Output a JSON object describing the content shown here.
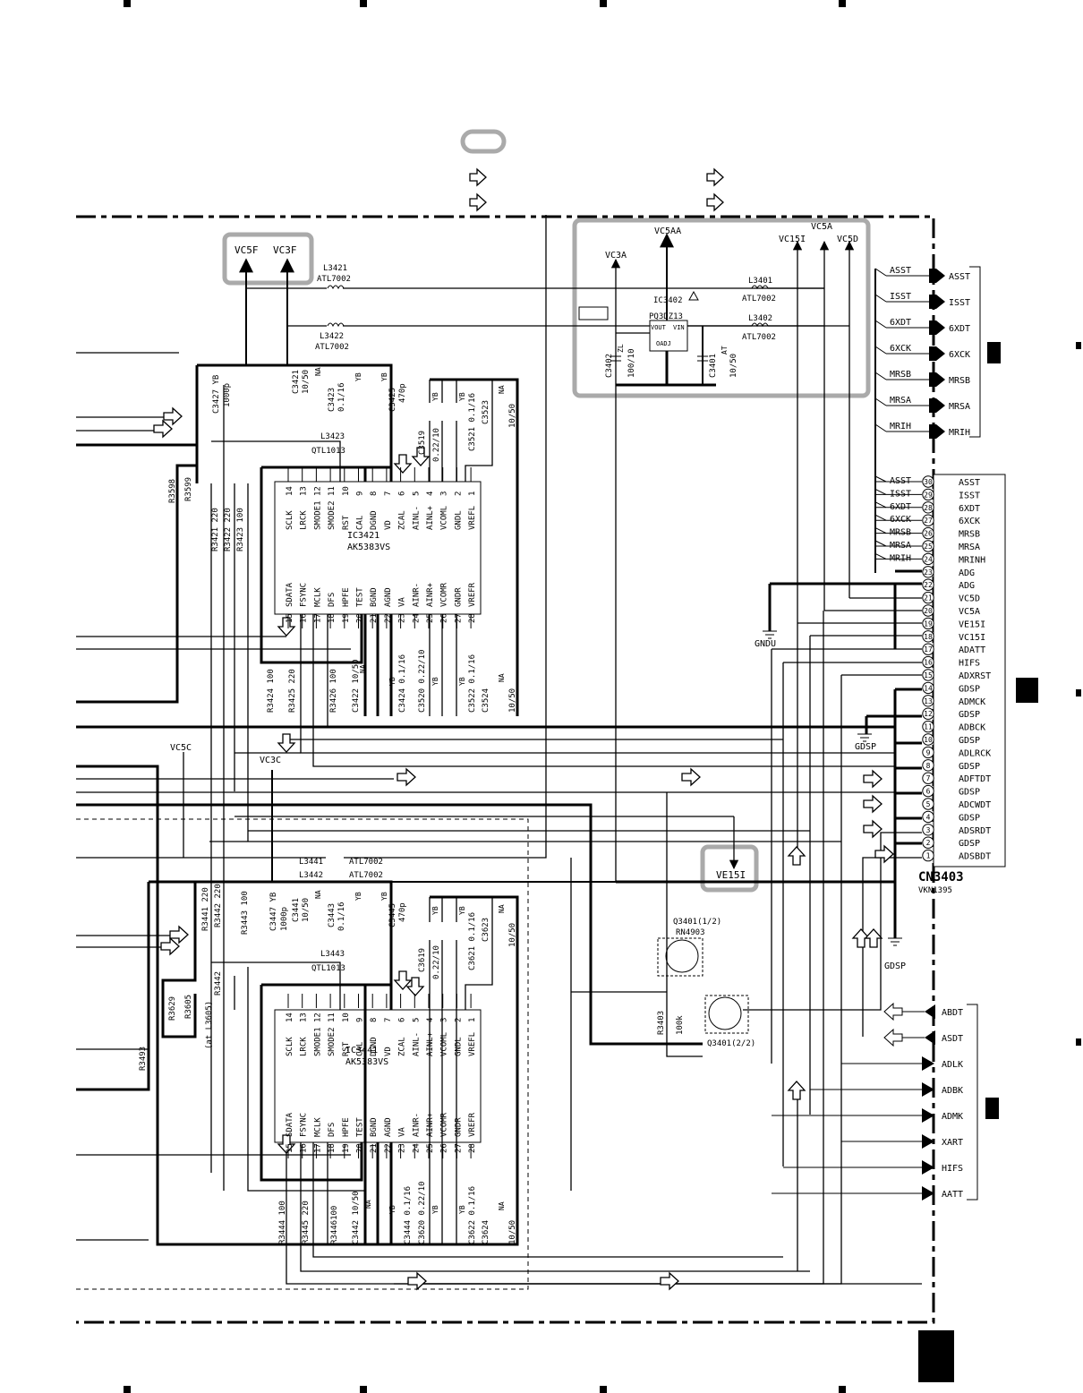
{
  "power_group_left": {
    "vc5f": "VC5F",
    "vc3f": "VC3F"
  },
  "regulator": {
    "vc3a": "VC3A",
    "vc5aa": "VC5AA",
    "vc15i": "VC15I",
    "vc5a": "VC5A",
    "vc5d": "VC5D",
    "ic_ref": "IC3402",
    "ic_part": "PQ3DZ13",
    "pin_vout": "VOUT",
    "pin_vin": "VIN",
    "pin_adj": "OADJ",
    "l3401": "L3401",
    "l3402": "L3402",
    "atl7002": "ATL7002",
    "c3402": "C3402",
    "c3402_val": "100/10",
    "c3402_type": "ZL",
    "c3401": "C3401",
    "c3401_val": "10/50",
    "c3401_type": "AT"
  },
  "top_inductors": {
    "l3421": "L3421",
    "l3422": "L3422",
    "atl7002": "ATL7002"
  },
  "ic3421": {
    "ref": "IC3421",
    "part": "AK5383VS",
    "pins_top": [
      {
        "num": "14",
        "name": "SCLK"
      },
      {
        "num": "13",
        "name": "LRCK"
      },
      {
        "num": "12",
        "name": "SMODE1"
      },
      {
        "num": "11",
        "name": "SMODE2"
      },
      {
        "num": "10",
        "name": "RST"
      },
      {
        "num": "9",
        "name": "CAL"
      },
      {
        "num": "8",
        "name": "DGND"
      },
      {
        "num": "7",
        "name": "VD"
      },
      {
        "num": "6",
        "name": "ZCAL"
      },
      {
        "num": "5",
        "name": "AINL-"
      },
      {
        "num": "4",
        "name": "AINL+"
      },
      {
        "num": "3",
        "name": "VCOML"
      },
      {
        "num": "2",
        "name": "GNDL"
      },
      {
        "num": "1",
        "name": "VREFL"
      }
    ],
    "pins_bottom": [
      {
        "num": "15",
        "name": "SDATA"
      },
      {
        "num": "16",
        "name": "FSYNC"
      },
      {
        "num": "17",
        "name": "MCLK"
      },
      {
        "num": "18",
        "name": "DFS"
      },
      {
        "num": "19",
        "name": "HPFE"
      },
      {
        "num": "20",
        "name": "TEST"
      },
      {
        "num": "21",
        "name": "BGND"
      },
      {
        "num": "22",
        "name": "AGND"
      },
      {
        "num": "23",
        "name": "VA"
      },
      {
        "num": "24",
        "name": "AINR-"
      },
      {
        "num": "25",
        "name": "AINR+"
      },
      {
        "num": "26",
        "name": "VCOMR"
      },
      {
        "num": "27",
        "name": "GNDR"
      },
      {
        "num": "28",
        "name": "VREFR"
      }
    ]
  },
  "ic3441": {
    "ref": "IC3441",
    "part": "AK5383VS"
  },
  "parts_upper": {
    "c3427": "C3427 YB",
    "c3427v": "1000p",
    "c3421": "C3421",
    "c3421v": "10/50",
    "na": "NA",
    "c3423": "C3423",
    "c3423v": "0.1/16",
    "yb": "YB",
    "c3425": "C3425",
    "c3425v": "470p",
    "l3423": "L3423",
    "qtl1013": "QTL1013",
    "c3519": "C3519",
    "c3519v": "0.22/10",
    "c3521": "C3521 0.1/16",
    "c3523": "C3523",
    "na2": "NA",
    "v1050": "10/50",
    "r3598": "R3598",
    "r3599": "R3599",
    "r3421": "R3421 220",
    "r3422": "R3422 220",
    "r3423": "R3423 100",
    "r3424": "R3424 100",
    "r3425": "R3425 220",
    "r3426": "R3426 100",
    "c3422": "C3422 10/50",
    "c3424": "C3424 0.1/16",
    "c3520": "C3520 0.22/10",
    "c3522": "C3522 0.1/16",
    "c3524": "C3524",
    "na3": "NA",
    "v1050b": "10/50",
    "vc5c": "VC5C",
    "vc3c": "VC3C"
  },
  "parts_lower": {
    "l3441": "L3441",
    "l3442": "L3442",
    "atl7002": "ATL7002",
    "r3441": "R3441 220",
    "r3442a": "R3442 220",
    "r3443": "R3443 100",
    "c3447": "C3447 YB",
    "c3447v": "1000p",
    "c3441": "C3441",
    "c3441v": "10/50",
    "na": "NA",
    "c3443": "C3443",
    "c3443v": "0.1/16",
    "yb": "YB",
    "c3445": "C3445",
    "c3445v": "470p",
    "l3443": "L3443",
    "qtl1013": "QTL1013",
    "c3619": "C3619",
    "c3619v": "0.22/10",
    "c3621": "C3621 0.1/16",
    "c3623": "C3623",
    "na2": "NA",
    "v1050": "10/50",
    "r3442": "R3442",
    "r3629": "R3629",
    "r3605": "R3605",
    "atl3605": "(at L3605)",
    "r3493": "R3493",
    "r3444": "R3444 100",
    "r3445": "R3445 220",
    "r3446": "R3446100",
    "c3442": "C3442 10/50",
    "c3444": "C3444 0.1/16",
    "c3620": "C3620 0.22/10",
    "c3622": "C3622 0.1/16",
    "c3624": "C3624",
    "na3": "NA",
    "v1050b": "10/50"
  },
  "transistors": {
    "q1": "Q3401(1/2)",
    "q1part": "RN4903",
    "q2": "Q3401(2/2)",
    "r3403": "R3403",
    "r3403v": "100k",
    "ve15i": "VE15I"
  },
  "ground": {
    "gndu": "GNDU",
    "gdsp": "GDSP",
    "gdsp2": "GDSP"
  },
  "connector": {
    "ref": "CN3403",
    "part": "VKN1395",
    "pins": [
      {
        "num": "30",
        "name": "ASST"
      },
      {
        "num": "29",
        "name": "ISST"
      },
      {
        "num": "28",
        "name": "6XDT"
      },
      {
        "num": "27",
        "name": "6XCK"
      },
      {
        "num": "26",
        "name": "MRSB"
      },
      {
        "num": "25",
        "name": "MRSA"
      },
      {
        "num": "24",
        "name": "MRINH"
      },
      {
        "num": "23",
        "name": "ADG"
      },
      {
        "num": "22",
        "name": "ADG"
      },
      {
        "num": "21",
        "name": "VC5D"
      },
      {
        "num": "20",
        "name": "VC5A"
      },
      {
        "num": "19",
        "name": "VE15I"
      },
      {
        "num": "18",
        "name": "VC15I"
      },
      {
        "num": "17",
        "name": "ADATT"
      },
      {
        "num": "16",
        "name": "HIFS"
      },
      {
        "num": "15",
        "name": "ADXRST"
      },
      {
        "num": "14",
        "name": "GDSP"
      },
      {
        "num": "13",
        "name": "ADMCK"
      },
      {
        "num": "12",
        "name": "GDSP"
      },
      {
        "num": "11",
        "name": "ADBCK"
      },
      {
        "num": "10",
        "name": "GDSP"
      },
      {
        "num": "9",
        "name": "ADLRCK"
      },
      {
        "num": "8",
        "name": "GDSP"
      },
      {
        "num": "7",
        "name": "ADFTDT"
      },
      {
        "num": "6",
        "name": "GDSP"
      },
      {
        "num": "5",
        "name": "ADCWDT"
      },
      {
        "num": "4",
        "name": "GDSP"
      },
      {
        "num": "3",
        "name": "ADSRDT"
      },
      {
        "num": "2",
        "name": "GDSP"
      },
      {
        "num": "1",
        "name": "ADSBDT"
      }
    ],
    "wire_labels": [
      "ASST",
      "ISST",
      "6XDT",
      "6XCK",
      "MRSB",
      "MRSA",
      "MRIH"
    ]
  },
  "right_top_ports": [
    {
      "wire": "ASST",
      "port": "ASST"
    },
    {
      "wire": "ISST",
      "port": "ISST"
    },
    {
      "wire": "6XDT",
      "port": "6XDT"
    },
    {
      "wire": "6XCK",
      "port": "6XCK"
    },
    {
      "wire": "MRSB",
      "port": "MRSB"
    },
    {
      "wire": "MRSA",
      "port": "MRSA"
    },
    {
      "wire": "MRIH",
      "port": "MRIH"
    }
  ],
  "right_bottom_ports": [
    "ABDT",
    "ASDT",
    "ADLK",
    "ADBK",
    "ADMK",
    "XART",
    "HIFS",
    "AATT"
  ]
}
